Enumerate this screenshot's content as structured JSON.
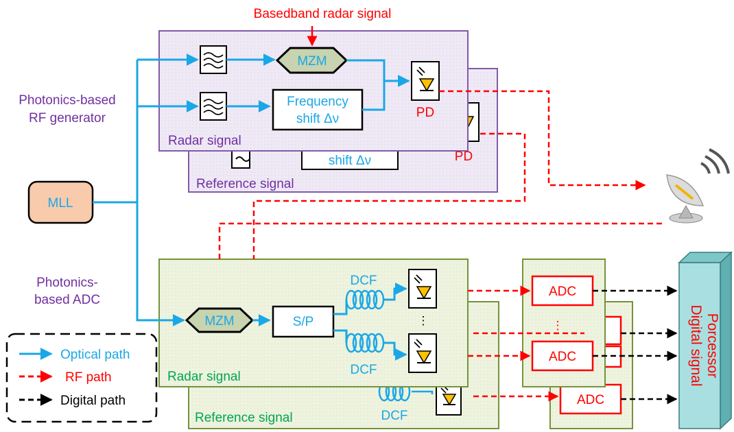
{
  "diagram": {
    "top_input_label": "Basedband  radar signal",
    "rf_generator_label": [
      "Photonics-based",
      "RF generator"
    ],
    "adc_label": [
      "Photonics-",
      "based ADC"
    ],
    "mll_label": "MLL",
    "rf_front_panel": {
      "title": "Radar signal",
      "mzm": "MZM",
      "freq_shift": [
        "Frequency",
        "shift Δν"
      ],
      "pd": "PD"
    },
    "rf_back_panel": {
      "title": "Reference signal",
      "freq_shift": "shift Δν",
      "pd": "PD"
    },
    "adc_front_panel": {
      "title": "Radar signal",
      "mzm": "MZM",
      "sp": "S/P",
      "dcf_top": "DCF",
      "dcf_bottom": "DCF",
      "pd_dots": "⋮"
    },
    "adc_back_panel": {
      "title": "Reference signal",
      "dcf": "DCF"
    },
    "adc_blocks": {
      "front_top": "ADC",
      "front_dots": "⋮",
      "front_bottom": "ADC",
      "back": "ADC"
    },
    "processor": [
      "Digital signal",
      "Porcessor"
    ],
    "legend": {
      "optical": "Optical path",
      "rf": "RF path",
      "digital": "Digital path"
    }
  },
  "colors": {
    "optical": "#1aa7e6",
    "rf": "#ff0000",
    "digital": "#000000",
    "purple_text": "#7030a0",
    "green_text": "#00a651",
    "lavender_panel": "#efe9f6",
    "lavender_border": "#7f5aa8",
    "green_panel": "#eef3df",
    "green_border": "#76923c",
    "mll_fill": "#f8cbad",
    "mzm_fill": "#c8d3b0",
    "pd_triangle": "#ffc000",
    "processor_fill": "#a9dfe0"
  },
  "icons": [
    "filter-icon",
    "photodiode-icon",
    "fiber-coil-icon",
    "antenna-icon",
    "arrow-icon"
  ]
}
